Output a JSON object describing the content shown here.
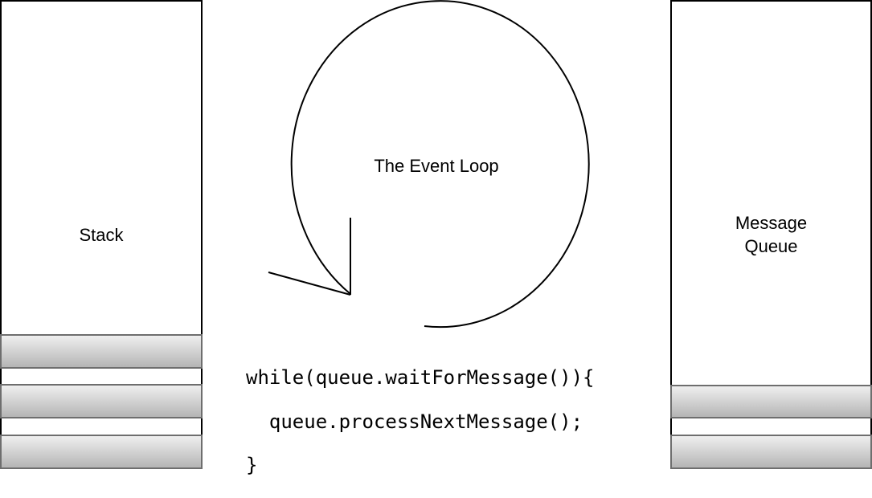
{
  "stack": {
    "label": "Stack",
    "frames": 3
  },
  "event_loop": {
    "label": "The Event Loop"
  },
  "queue": {
    "label_line1": "Message",
    "label_line2": "Queue",
    "messages": 2
  },
  "code": {
    "line1": "while(queue.waitForMessage()){",
    "line2": "  queue.processNextMessage();",
    "line3": "}"
  },
  "colors": {
    "outline": "#000000",
    "frame_border": "#6e6e6e",
    "frame_top": "#efefef",
    "frame_bottom": "#b5b5b5"
  }
}
